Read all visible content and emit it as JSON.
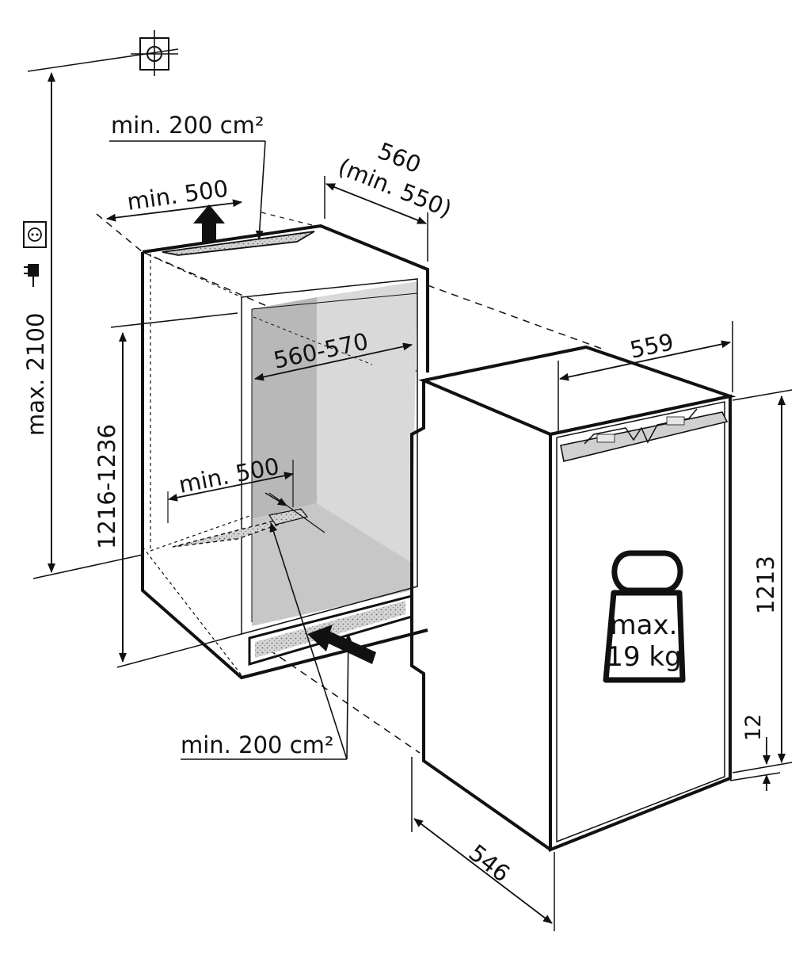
{
  "title": "",
  "colors": {
    "line": "#111111",
    "niche_shade": "#b8b8b8",
    "niche_floor": "#c7c7c7",
    "niche_right": "#d9d9d9",
    "vent_fill": "#d4d4d4",
    "control_panel": "#d0d0d0"
  },
  "icons": {
    "top_symbol": "pipe-crosshair-icon",
    "socket": "power-socket-icon",
    "plug": "power-plug-icon",
    "weight": "weight-icon",
    "arrows": "airflow-arrow-icon"
  },
  "labels": {
    "height_max": "max. 2100",
    "vent_top_area": "min. 200 cm²",
    "vent_top_depth": "min. 500",
    "niche_depth_line1": "560",
    "niche_depth_line2": "(min. 550)",
    "niche_width": "560-570",
    "niche_height": "1216-1236",
    "vent_bottom_depth": "min. 500",
    "vent_bottom_area": "min. 200 cm²",
    "appliance_width": "559",
    "appliance_height": "1213",
    "appliance_depth": "546",
    "base_gap": "12",
    "max_load_line1": "max.",
    "max_load_line2": "19 kg"
  }
}
